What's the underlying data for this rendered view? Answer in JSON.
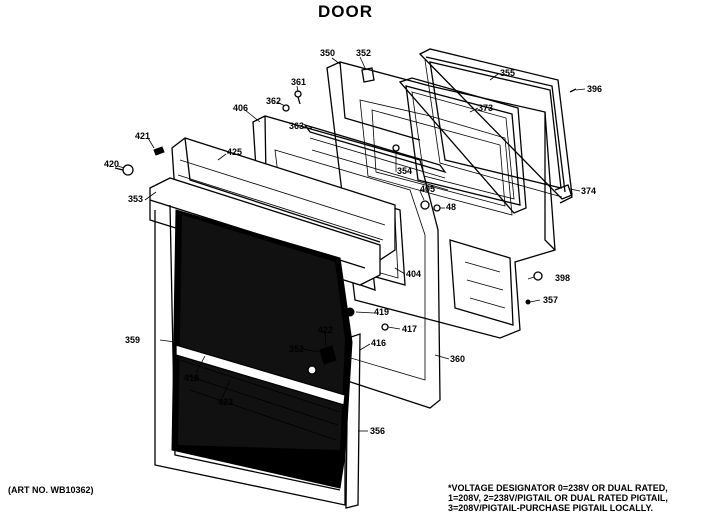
{
  "title": "DOOR",
  "art_number": "(ART NO. WB10362)",
  "voltage_note": {
    "line1": "*VOLTAGE DESIGNATOR 0=238V OR DUAL RATED,",
    "line2": "1=208V, 2=238V/PIGTAIL OR DUAL RATED PIGTAIL,",
    "line3": "3=208V/PIGTAIL-PURCHASE PIGTAIL LOCALLY."
  },
  "part_labels": {
    "p350": "350",
    "p352": "352",
    "p355": "355",
    "p396": "396",
    "p361": "361",
    "p362": "362",
    "p373": "373",
    "p406": "406",
    "p363a": "363",
    "p421": "421",
    "p425": "425",
    "p354": "354",
    "p374": "374",
    "p420": "420",
    "p405": "405",
    "p48": "48",
    "p353": "353",
    "p404": "404",
    "p398": "398",
    "p357": "357",
    "p419": "419",
    "p417": "417",
    "p422": "422",
    "p359": "359",
    "p352b": "352",
    "p416": "416",
    "p360": "360",
    "p418": "418",
    "p423": "423",
    "p356": "356"
  }
}
